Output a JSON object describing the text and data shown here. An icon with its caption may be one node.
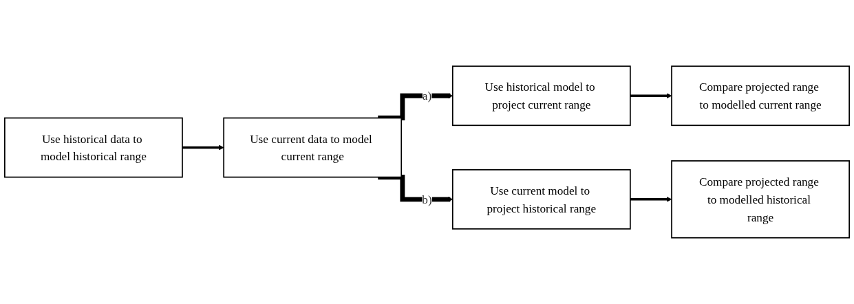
{
  "diagram": {
    "nodes": [
      {
        "text": [
          "Use historical data to model historical range"
        ]
      },
      {
        "text": [
          "Use current data to model current range"
        ]
      },
      {
        "text": [
          "Use historical model to project current range"
        ]
      },
      {
        "text": [
          "Compare projected range to modelled current range"
        ]
      },
      {
        "text": [
          "Use current model to project historical range"
        ]
      },
      {
        "text": [
          "Compare projected range to modelled historical range"
        ]
      }
    ],
    "edges": [
      {
        "from": 0,
        "to": 1,
        "arrow": "to"
      },
      {
        "from": 1,
        "to": 2,
        "arrow": "to",
        "label": "a)",
        "style": "thick"
      },
      {
        "from": 2,
        "to": 3,
        "arrow": "to"
      },
      {
        "from": 1,
        "to": 4,
        "arrow": "to",
        "label": "b)",
        "style": "thick"
      },
      {
        "from": 4,
        "to": 5,
        "arrow": "to"
      }
    ]
  }
}
